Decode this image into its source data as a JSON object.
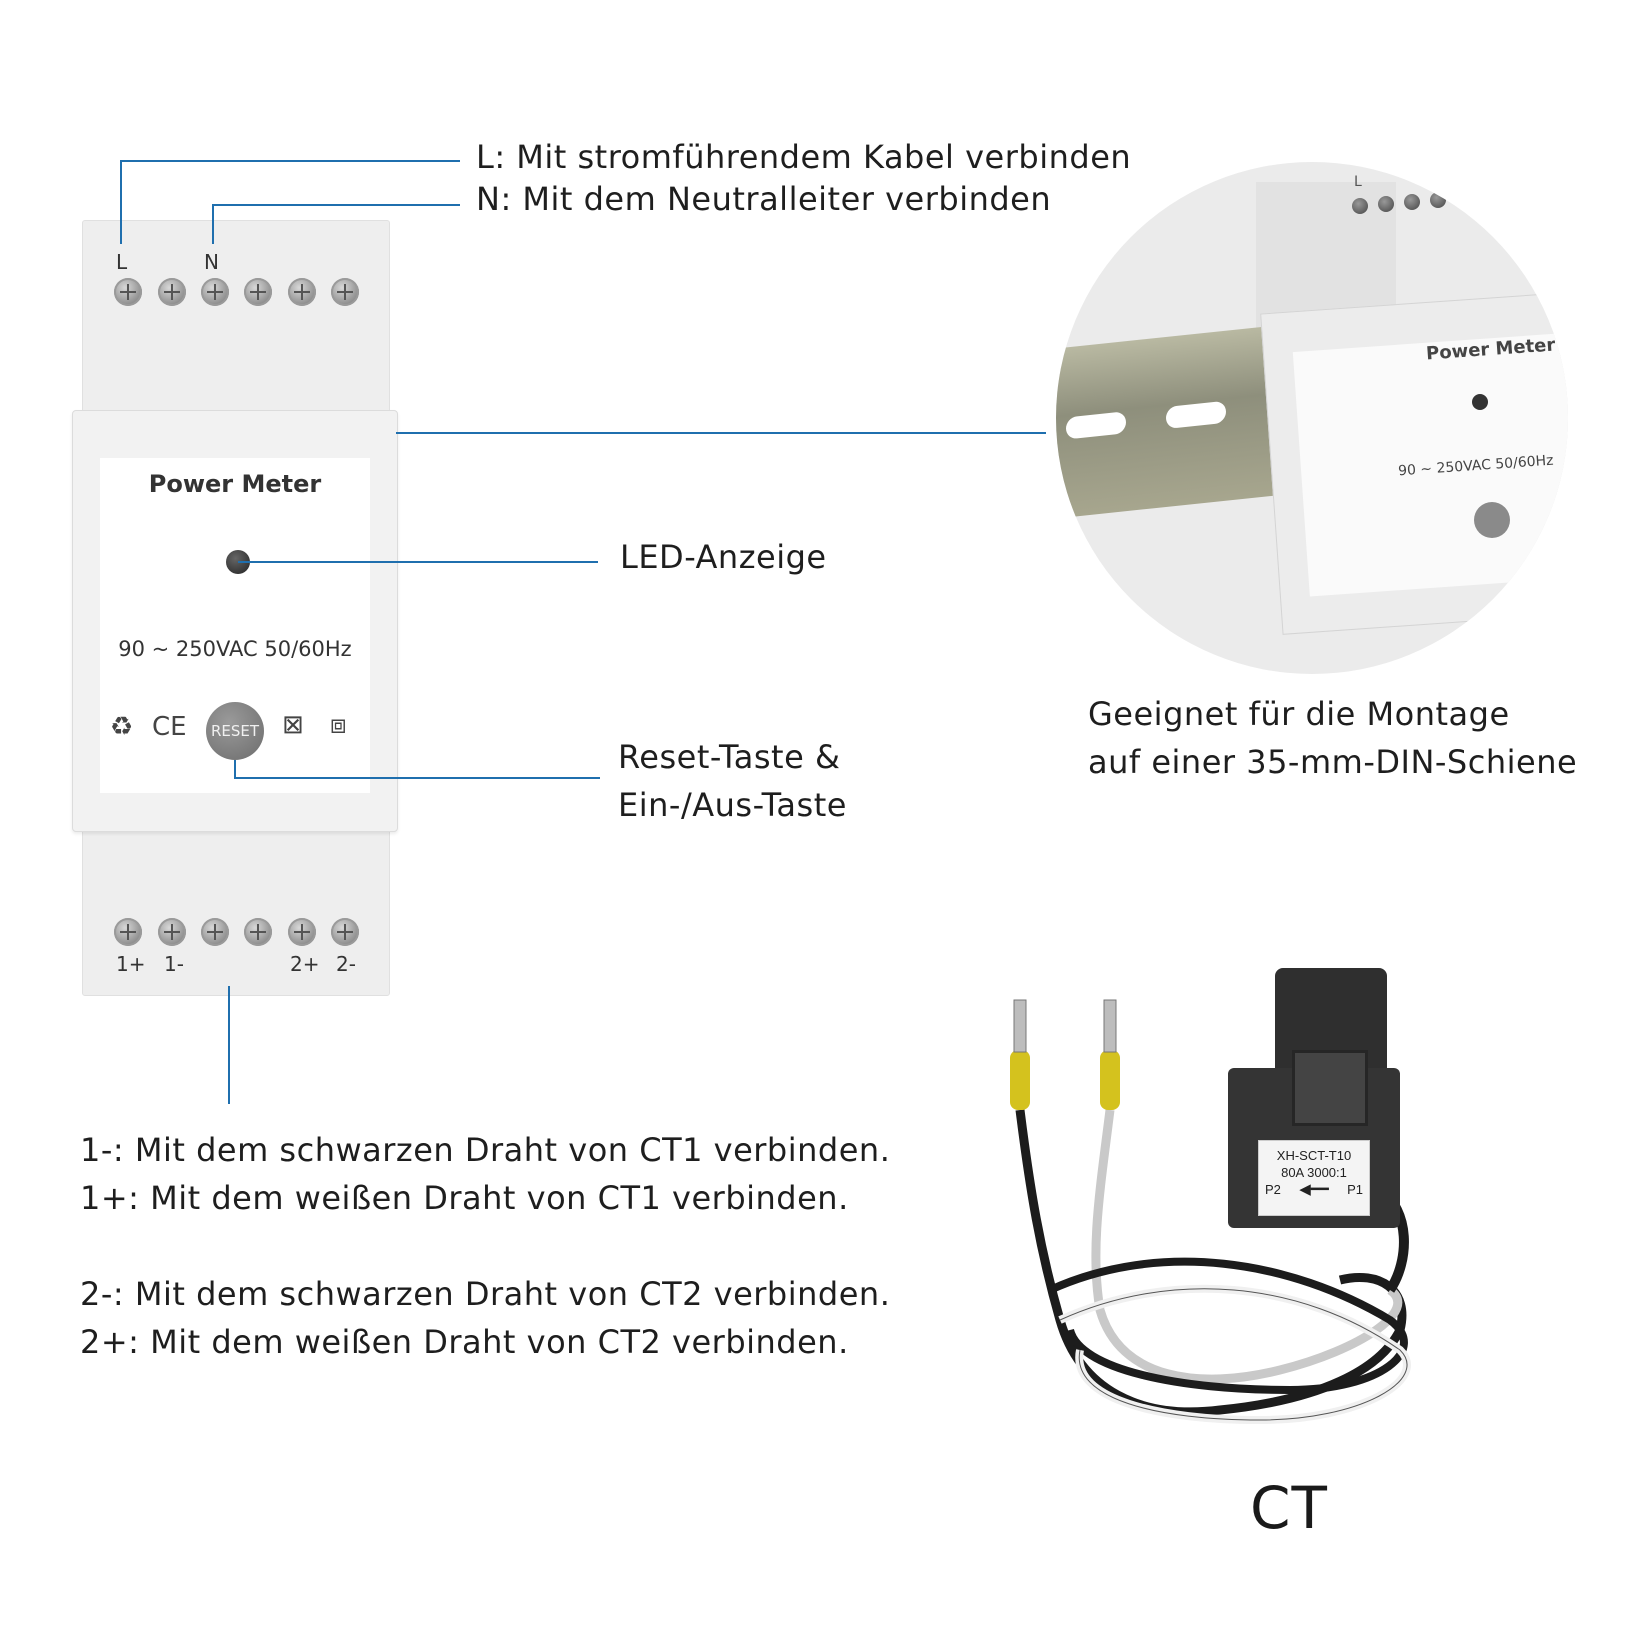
{
  "callouts": {
    "l_label": "L: Mit stromführendem Kabel verbinden",
    "n_label": "N: Mit dem Neutralleiter verbinden",
    "led_label": "LED-Anzeige",
    "reset_label_line1": "Reset-Taste &",
    "reset_label_line2": "Ein-/Aus-Taste",
    "din_line1": "Geeignet für die Montage",
    "din_line2": "auf einer 35-mm-DIN-Schiene"
  },
  "ct_instructions": {
    "line1": "1-: Mit dem schwarzen Draht von CT1 verbinden.",
    "line2": "1+: Mit dem weißen Draht von CT1 verbinden.",
    "line3": "2-: Mit dem schwarzen Draht von CT2 verbinden.",
    "line4": "2+: Mit dem weißen Draht von CT2 verbinden."
  },
  "meter": {
    "title": "Power Meter",
    "spec": "90 ~ 250VAC 50/60Hz",
    "reset_button": "RESET",
    "top_terminals": [
      "L",
      "N"
    ],
    "bottom_terminals": [
      "1+",
      "1-",
      "2+",
      "2-"
    ]
  },
  "zoom_photo": {
    "title": "Power Meter",
    "spec": "90 ~ 250VAC 50/60Hz",
    "terminal": "L"
  },
  "ct_sensor": {
    "model": "XH-SCT-T10",
    "rating": "80A 3000:1",
    "p2": "P2",
    "p1": "P1",
    "caption": "CT"
  },
  "colors": {
    "callout_line": "#1f6fae",
    "text": "#1e1e1e"
  },
  "icons": [
    "recycle-icon",
    "ce-mark-icon",
    "weee-bin-icon",
    "double-insulation-icon"
  ]
}
